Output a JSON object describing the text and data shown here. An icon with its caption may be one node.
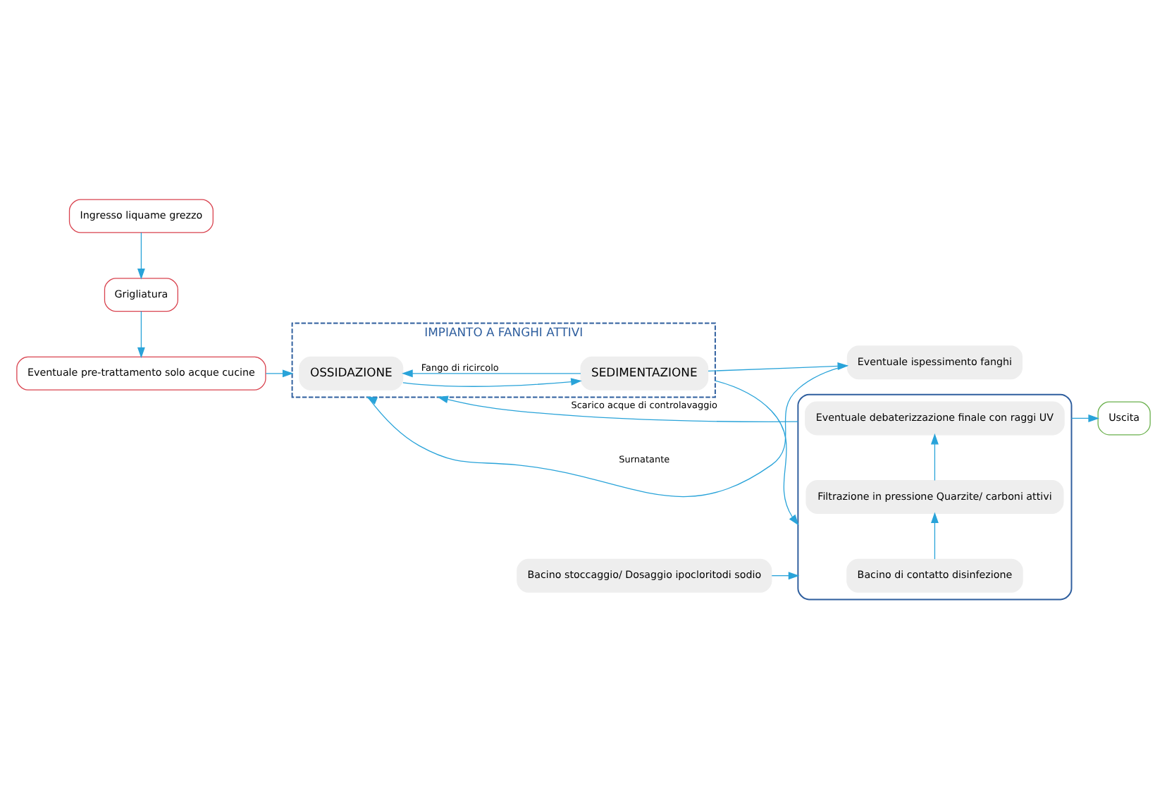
{
  "diagram": {
    "nodes": [
      {
        "text": [
          "Ingresso liquame grezzo"
        ]
      },
      {
        "text": [
          "Grigliatura"
        ]
      },
      {
        "text": [
          "Eventuale pre-trattamento solo acque cucine"
        ]
      },
      {
        "text": [
          "IMPIANTO A FANGHI ATTIVI"
        ]
      },
      {
        "text": [
          "OSSIDAZIONE"
        ],
        "in": 3
      },
      {
        "text": [
          "SEDIMENTAZIONE"
        ],
        "in": 3
      },
      {
        "text": [
          "Bacino stoccaggio/ Dosaggio ipocloritodi sodio"
        ]
      },
      {
        "text": [],
        "shape": "box"
      },
      {
        "text": [
          "Bacino di contatto disinfezione"
        ],
        "in": 7
      },
      {
        "text": [
          "Filtrazione in pressione Quarzite/ carboni attivi"
        ],
        "in": 7
      },
      {
        "text": [
          "Eventuale debaterizzazione finale con raggi UV"
        ],
        "in": 7
      },
      {
        "text": [
          "Eventuale ispessimento fanghi"
        ]
      },
      {
        "text": [
          "Uscita"
        ]
      }
    ],
    "edges": [
      {
        "from": 0,
        "to": 1,
        "arrow": "to"
      },
      {
        "from": 1,
        "to": 2,
        "arrow": "to"
      },
      {
        "from": 2,
        "to": 3,
        "arrow": "to"
      },
      {
        "from": 4,
        "to": 5,
        "arrow": "to"
      },
      {
        "from": 5,
        "to": 4,
        "arrow": "to",
        "label": "Fango di ricircolo"
      },
      {
        "from": 3,
        "to": 7,
        "arrow": "to"
      },
      {
        "from": 6,
        "to": 7,
        "arrow": "to"
      },
      {
        "from": 8,
        "to": 9,
        "arrow": "to"
      },
      {
        "from": 9,
        "to": 10,
        "arrow": "to"
      },
      {
        "from": 7,
        "to": 3,
        "arrow": "to",
        "label": "Scarico acque di controlavaggio"
      },
      {
        "from": 5,
        "to": 11,
        "arrow": "to"
      },
      {
        "from": 11,
        "to": 3,
        "arrow": "to",
        "label": "Surnatante"
      },
      {
        "from": 7,
        "to": 12,
        "arrow": "to"
      }
    ]
  }
}
